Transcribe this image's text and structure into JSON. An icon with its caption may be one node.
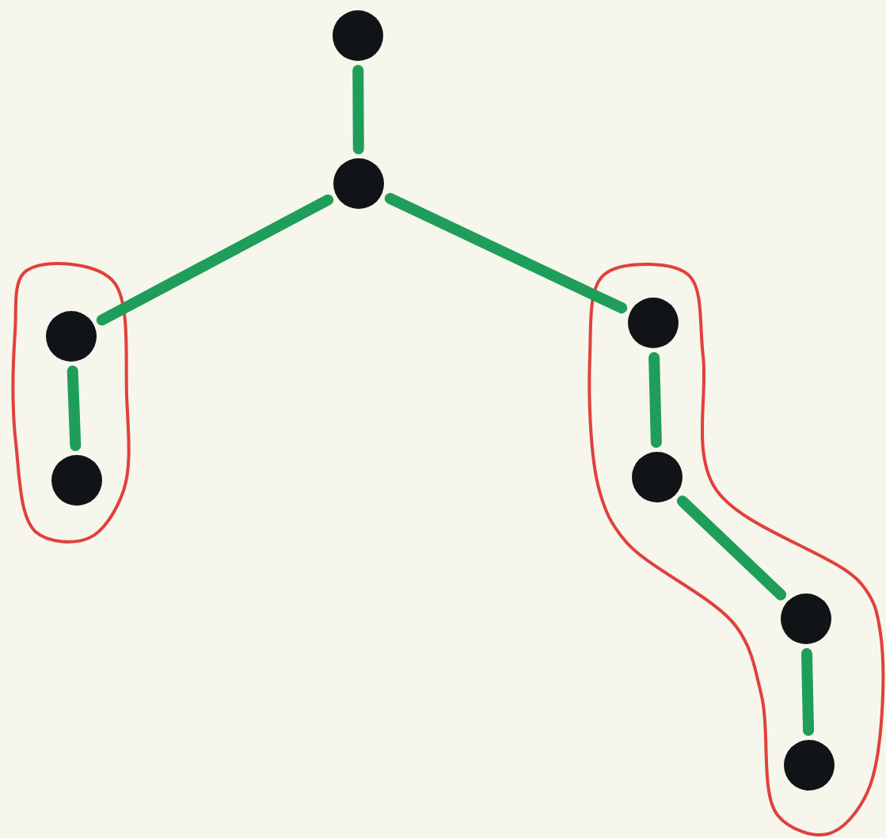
{
  "diagram": {
    "nodes": [
      {
        "text": [],
        "shape": "circle"
      },
      {
        "text": [],
        "shape": "circle"
      },
      {
        "text": [],
        "shape": "loop"
      },
      {
        "text": [],
        "shape": "circle",
        "in": 2
      },
      {
        "text": [],
        "shape": "circle",
        "in": 2
      },
      {
        "text": [],
        "shape": "loop"
      },
      {
        "text": [],
        "shape": "circle",
        "in": 5
      },
      {
        "text": [],
        "shape": "circle",
        "in": 5
      },
      {
        "text": [],
        "shape": "circle",
        "in": 5
      },
      {
        "text": [],
        "shape": "circle",
        "in": 5
      }
    ],
    "edges": [
      {
        "from": 0,
        "to": 1,
        "arrow": "none"
      },
      {
        "from": 1,
        "to": 3,
        "arrow": "none"
      },
      {
        "from": 1,
        "to": 6,
        "arrow": "none"
      },
      {
        "from": 3,
        "to": 4,
        "arrow": "none"
      },
      {
        "from": 6,
        "to": 7,
        "arrow": "none"
      },
      {
        "from": 7,
        "to": 8,
        "arrow": "none"
      },
      {
        "from": 8,
        "to": 9,
        "arrow": "none"
      }
    ]
  }
}
